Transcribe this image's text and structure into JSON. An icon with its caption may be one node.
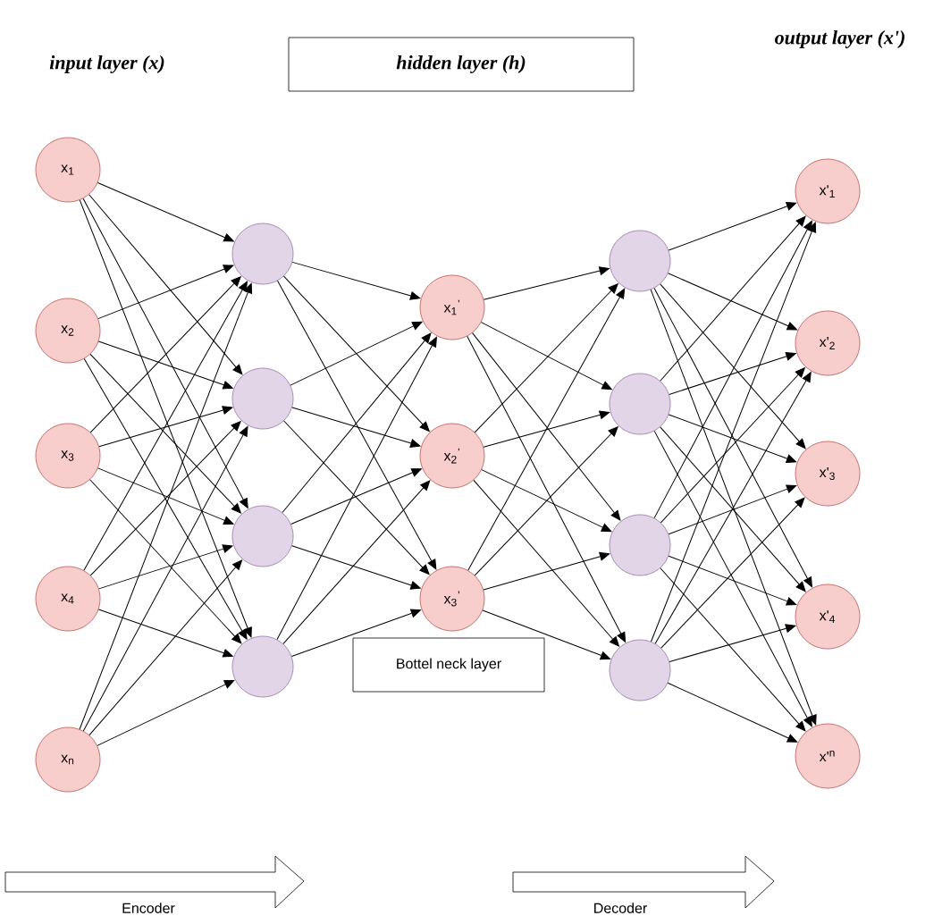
{
  "diagram": {
    "nodes": [
      {
        "text": [
          "hidden layer (h)"
        ]
      },
      {
        "text": [
          "x$_{1}$"
        ]
      },
      {
        "text": [
          "x$_{2}$"
        ]
      },
      {
        "text": [
          "x$_{3}$"
        ]
      },
      {
        "text": [
          "x$_{4}$"
        ]
      },
      {
        "text": [
          "x$_{n}$"
        ]
      },
      {
        "text": [],
        "shape": "circle"
      },
      {
        "text": [],
        "shape": "circle"
      },
      {
        "text": [],
        "shape": "circle"
      },
      {
        "text": [],
        "shape": "circle"
      },
      {
        "text": [
          "x$_{1}$$^{'}$"
        ]
      },
      {
        "text": [
          "x$_{2}$$^{'}$"
        ]
      },
      {
        "text": [
          "x$_{3}$$^{'}$"
        ]
      },
      {
        "text": [],
        "shape": "circle"
      },
      {
        "text": [],
        "shape": "circle"
      },
      {
        "text": [],
        "shape": "circle"
      },
      {
        "text": [],
        "shape": "circle"
      },
      {
        "text": [
          "x'$_{1}$"
        ]
      },
      {
        "text": [
          "x'$_{2}$"
        ]
      },
      {
        "text": [
          "x'$_{3}$"
        ]
      },
      {
        "text": [
          "x'$_{4}$"
        ]
      },
      {
        "text": [
          "x'$^{n}$"
        ]
      },
      {
        "text": [
          "Bottel neck layer"
        ]
      }
    ],
    "edges": [
      {
        "from": 1,
        "to": 6,
        "arrow": "to"
      },
      {
        "from": 1,
        "to": 7,
        "arrow": "to"
      },
      {
        "from": 1,
        "to": 8,
        "arrow": "to"
      },
      {
        "from": 1,
        "to": 9,
        "arrow": "to"
      },
      {
        "from": 2,
        "to": 6,
        "arrow": "to"
      },
      {
        "from": 2,
        "to": 7,
        "arrow": "to"
      },
      {
        "from": 2,
        "to": 8,
        "arrow": "to"
      },
      {
        "from": 2,
        "to": 9,
        "arrow": "to"
      },
      {
        "from": 3,
        "to": 6,
        "arrow": "to"
      },
      {
        "from": 3,
        "to": 7,
        "arrow": "to"
      },
      {
        "from": 3,
        "to": 8,
        "arrow": "to"
      },
      {
        "from": 3,
        "to": 9,
        "arrow": "to"
      },
      {
        "from": 4,
        "to": 6,
        "arrow": "to"
      },
      {
        "from": 4,
        "to": 7,
        "arrow": "to"
      },
      {
        "from": 4,
        "to": 8,
        "arrow": "to"
      },
      {
        "from": 4,
        "to": 9,
        "arrow": "to"
      },
      {
        "from": 5,
        "to": 6,
        "arrow": "to"
      },
      {
        "from": 5,
        "to": 7,
        "arrow": "to"
      },
      {
        "from": 5,
        "to": 8,
        "arrow": "to"
      },
      {
        "from": 5,
        "to": 9,
        "arrow": "to"
      },
      {
        "from": 6,
        "to": 10,
        "arrow": "to"
      },
      {
        "from": 6,
        "to": 11,
        "arrow": "to"
      },
      {
        "from": 6,
        "to": 12,
        "arrow": "to"
      },
      {
        "from": 7,
        "to": 10,
        "arrow": "to"
      },
      {
        "from": 7,
        "to": 11,
        "arrow": "to"
      },
      {
        "from": 7,
        "to": 12,
        "arrow": "to"
      },
      {
        "from": 8,
        "to": 10,
        "arrow": "to"
      },
      {
        "from": 8,
        "to": 11,
        "arrow": "to"
      },
      {
        "from": 8,
        "to": 12,
        "arrow": "to"
      },
      {
        "from": 9,
        "to": 10,
        "arrow": "to"
      },
      {
        "from": 9,
        "to": 11,
        "arrow": "to"
      },
      {
        "from": 9,
        "to": 12,
        "arrow": "to"
      },
      {
        "from": 10,
        "to": 13,
        "arrow": "to"
      },
      {
        "from": 10,
        "to": 14,
        "arrow": "to"
      },
      {
        "from": 10,
        "to": 15,
        "arrow": "to"
      },
      {
        "from": 10,
        "to": 16,
        "arrow": "to"
      },
      {
        "from": 11,
        "to": 13,
        "arrow": "to"
      },
      {
        "from": 11,
        "to": 14,
        "arrow": "to"
      },
      {
        "from": 11,
        "to": 15,
        "arrow": "to"
      },
      {
        "from": 11,
        "to": 16,
        "arrow": "to"
      },
      {
        "from": 12,
        "to": 13,
        "arrow": "to"
      },
      {
        "from": 12,
        "to": 14,
        "arrow": "to"
      },
      {
        "from": 12,
        "to": 15,
        "arrow": "to"
      },
      {
        "from": 12,
        "to": 16,
        "arrow": "to"
      },
      {
        "from": 13,
        "to": 17,
        "arrow": "to"
      },
      {
        "from": 13,
        "to": 18,
        "arrow": "to"
      },
      {
        "from": 13,
        "to": 19,
        "arrow": "to"
      },
      {
        "from": 13,
        "to": 20,
        "arrow": "to"
      },
      {
        "from": 13,
        "to": 21,
        "arrow": "to"
      },
      {
        "from": 14,
        "to": 17,
        "arrow": "to"
      },
      {
        "from": 14,
        "to": 18,
        "arrow": "to"
      },
      {
        "from": 14,
        "to": 19,
        "arrow": "to"
      },
      {
        "from": 14,
        "to": 20,
        "arrow": "to"
      },
      {
        "from": 14,
        "to": 21,
        "arrow": "to"
      },
      {
        "from": 15,
        "to": 17,
        "arrow": "to"
      },
      {
        "from": 15,
        "to": 18,
        "arrow": "to"
      },
      {
        "from": 15,
        "to": 19,
        "arrow": "to"
      },
      {
        "from": 15,
        "to": 20,
        "arrow": "to"
      },
      {
        "from": 15,
        "to": 21,
        "arrow": "to"
      },
      {
        "from": 16,
        "to": 17,
        "arrow": "to"
      },
      {
        "from": 16,
        "to": 18,
        "arrow": "to"
      },
      {
        "from": 16,
        "to": 19,
        "arrow": "to"
      },
      {
        "from": 16,
        "to": 20,
        "arrow": "to"
      },
      {
        "from": 16,
        "to": 21,
        "arrow": "to"
      }
    ],
    "labels": [
      "input layer (x)",
      "output layer (x')",
      "Encoder",
      "Decoder"
    ]
  }
}
